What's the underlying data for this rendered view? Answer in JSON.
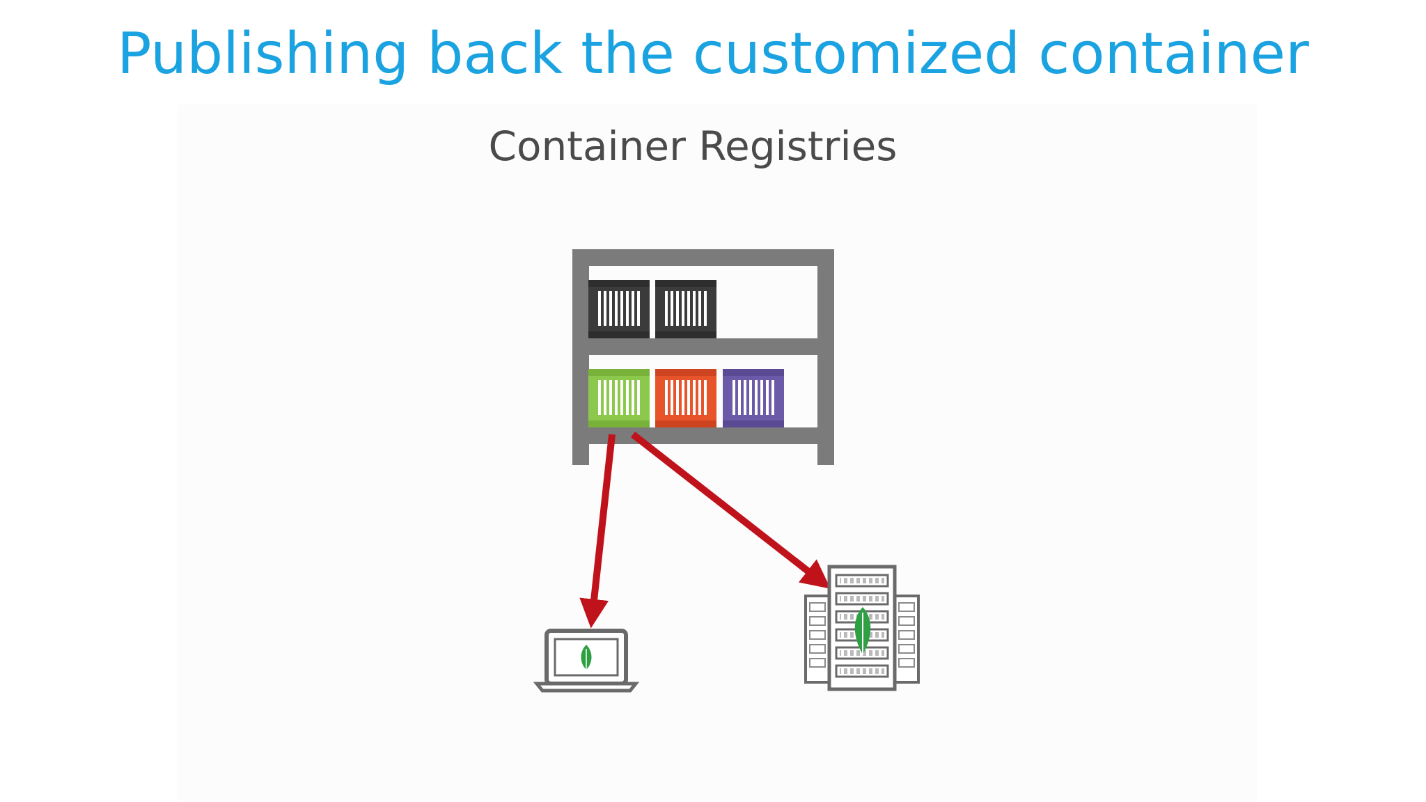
{
  "slide": {
    "title": "Publishing back the customized container"
  },
  "diagram": {
    "caption": "Container Registries",
    "colors": {
      "title": "#1aa3e0",
      "shelf": "#7b7b7b",
      "container_dark": "#3b3b3b",
      "container_green": "#8cc84b",
      "container_orange": "#e8542a",
      "container_purple": "#6b5aa8",
      "arrow": "#c0121b",
      "device": "#6a6a6a",
      "leaf": "#2ea043"
    },
    "shelf_rows": [
      {
        "row": "top",
        "containers": [
          "dark",
          "dark"
        ]
      },
      {
        "row": "bottom",
        "containers": [
          "green",
          "orange",
          "purple"
        ]
      }
    ],
    "targets": [
      {
        "name": "laptop-icon",
        "icon": "laptop with mongodb leaf"
      },
      {
        "name": "server-rack-icon",
        "icon": "server rack with mongodb leaf"
      }
    ]
  }
}
